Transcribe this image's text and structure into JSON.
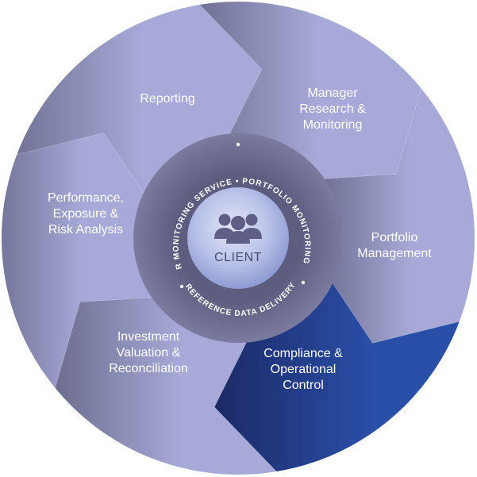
{
  "center": {
    "label": "CLIENT",
    "icon": "people-group-icon"
  },
  "ring": {
    "services": [
      "MANAGER MONITORING SERVICE",
      "PORTFOLIO MONITORING SERVICE",
      "REFERENCE DATA DELIVERY"
    ],
    "separator": "•"
  },
  "segments": [
    {
      "lines": [
        "Reporting"
      ]
    },
    {
      "lines": [
        "Manager",
        "Research &",
        "Monitoring"
      ]
    },
    {
      "lines": [
        "Portfolio",
        "Management"
      ]
    },
    {
      "lines": [
        "Compliance &",
        "Operational",
        "Control"
      ]
    },
    {
      "lines": [
        "Investment",
        "Valuation &",
        "Reconciliation"
      ]
    },
    {
      "lines": [
        "Performance,",
        "Exposure &",
        "Risk Analysis"
      ]
    }
  ],
  "colors": {
    "segment_light": "#a7aad8",
    "segment_dark": "#6a6a8c",
    "highlight_light": "#2a4fa8",
    "highlight_dark": "#1b2a66",
    "ring_outer": "#7b7b9f",
    "ring_inner": "#5d5d80",
    "center_light": "#e2e6f7",
    "center_mid": "#b8c1e8",
    "center_dark": "#8f9bd2",
    "icon": "#5e5e86",
    "label": "#ffffff"
  }
}
